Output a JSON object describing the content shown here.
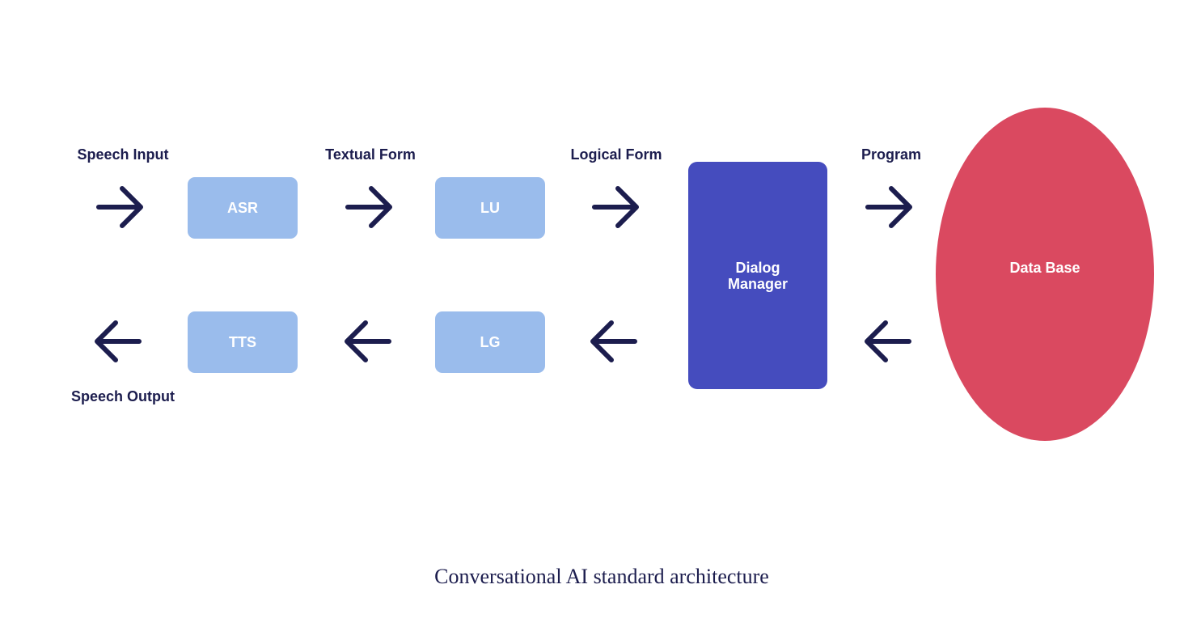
{
  "diagram": {
    "labels": {
      "speech_input": "Speech Input",
      "textual_form": "Textual Form",
      "logical_form": "Logical Form",
      "program": "Program",
      "speech_output": "Speech Output"
    },
    "boxes": {
      "asr": "ASR",
      "lu": "LU",
      "tts": "TTS",
      "lg": "LG",
      "dialog_manager": "Dialog Manager",
      "database": "Data Base"
    },
    "arrows": {
      "forward_icon": "arrow-right-icon",
      "backward_icon": "arrow-left-icon"
    }
  },
  "caption": "Conversational AI standard architecture",
  "colors": {
    "text": "#1c1d4e",
    "light_box": "#9abcec",
    "dialog_manager": "#454cbe",
    "database": "#da4960",
    "arrow": "#1c1d4e"
  }
}
